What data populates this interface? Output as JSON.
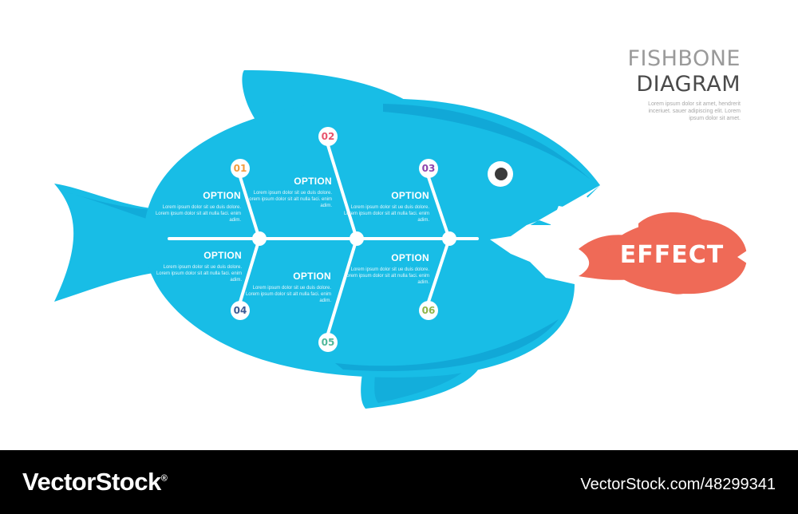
{
  "title": {
    "line1": "FISHBONE",
    "line2": "DIAGRAM",
    "subtitle": "Lorem ipsum dolor sit amet, hendrerit inceriuet. sauer adipiscing elit. Lorem ipsum dolor sit amet."
  },
  "colors": {
    "fish_body": "#18bde6",
    "fish_shadow": "#0e9fd0",
    "effect_fish": "#ef6a57",
    "bones": "#ffffff"
  },
  "options": [
    {
      "num": "01",
      "color": "#f39c3d",
      "label": "OPTION",
      "body": "Lorem ipsum dolor sit ue duis dolore. Lorem ipsum dolor sit alt nulla faci. enim adim."
    },
    {
      "num": "02",
      "color": "#e8546d",
      "label": "OPTION",
      "body": "Lorem ipsum dolor sit ue duis dolore. Lorem ipsum dolor sit alt nulla faci. enim adim."
    },
    {
      "num": "03",
      "color": "#8e44ad",
      "label": "OPTION",
      "body": "Lorem ipsum dolor sit ue duis dolore. Lorem ipsum dolor sit alt nulla faci. enim adim."
    },
    {
      "num": "04",
      "color": "#3b5b95",
      "label": "OPTION",
      "body": "Lorem ipsum dolor sit ue duis dolore. Lorem ipsum dolor sit alt nulla faci. enim adim."
    },
    {
      "num": "05",
      "color": "#4fb79a",
      "label": "OPTION",
      "body": "Lorem ipsum dolor sit ue duis dolore. Lorem ipsum dolor sit alt nulla faci. enim adim."
    },
    {
      "num": "06",
      "color": "#8fb54a",
      "label": "OPTION",
      "body": "Lorem ipsum dolor sit ue duis dolore. Lorem ipsum dolor sit alt nulla faci. enim adim."
    }
  ],
  "effect": {
    "label": "EFFECT"
  },
  "footer": {
    "brand": "VectorStock",
    "brand_mark": "®",
    "id_text": "VectorStock.com/48299341"
  }
}
